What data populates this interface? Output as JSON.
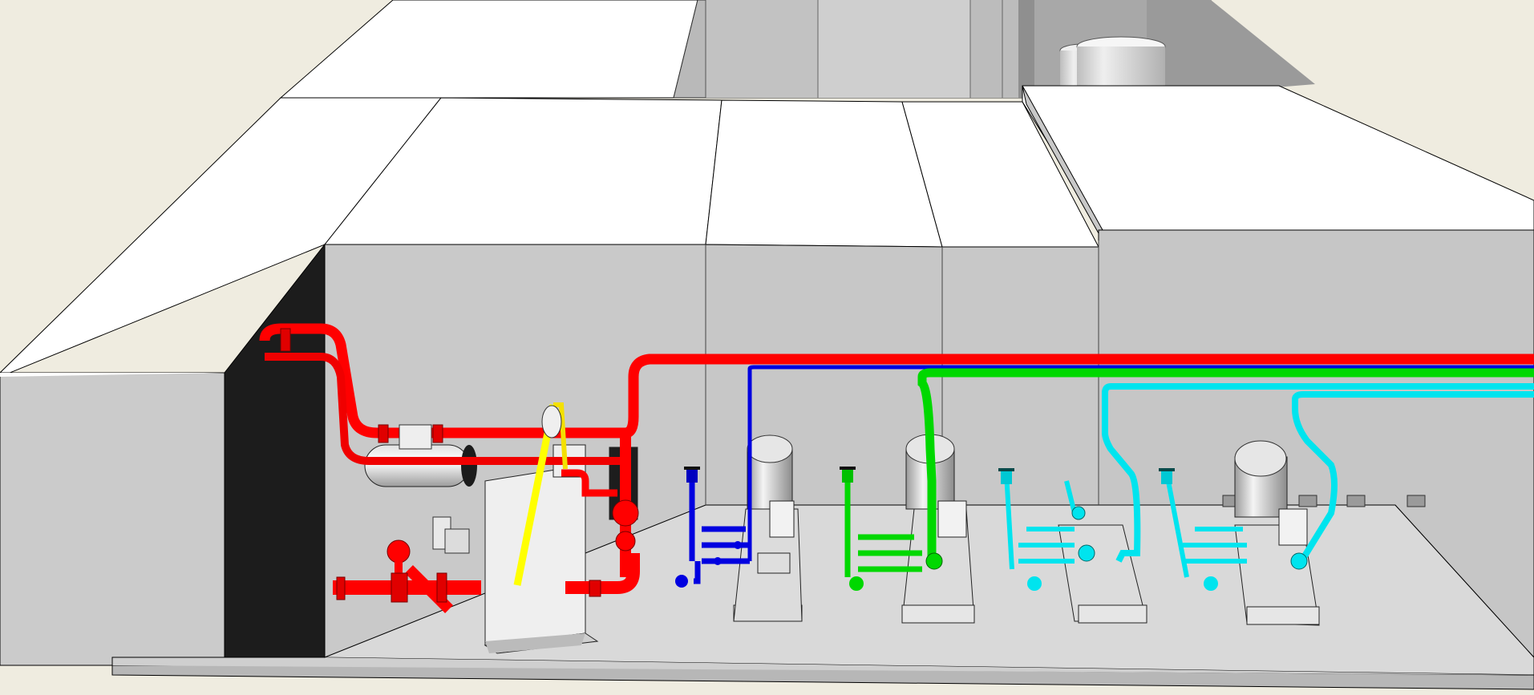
{
  "scene": {
    "kind": "3d-model-render",
    "colors": {
      "background": "#efece0",
      "wall_top": "#ffffff",
      "wall_face": "#c9c9c9",
      "wall_dark": "#1e1e1e",
      "floor": "#d8d8d8",
      "fire_pipe": "#ff0000",
      "blue_pipe": "#0000e0",
      "green_pipe": "#00d800",
      "cyan_pipe": "#00e4ee",
      "yellow_pipe": "#ffff00",
      "equipment": "#f2f2f2"
    },
    "pump_sets": [
      {
        "color": "blue",
        "has_tank": true
      },
      {
        "color": "green",
        "has_tank": true
      },
      {
        "color": "cyan",
        "has_tank": false
      },
      {
        "color": "cyan",
        "has_tank": true
      }
    ]
  }
}
